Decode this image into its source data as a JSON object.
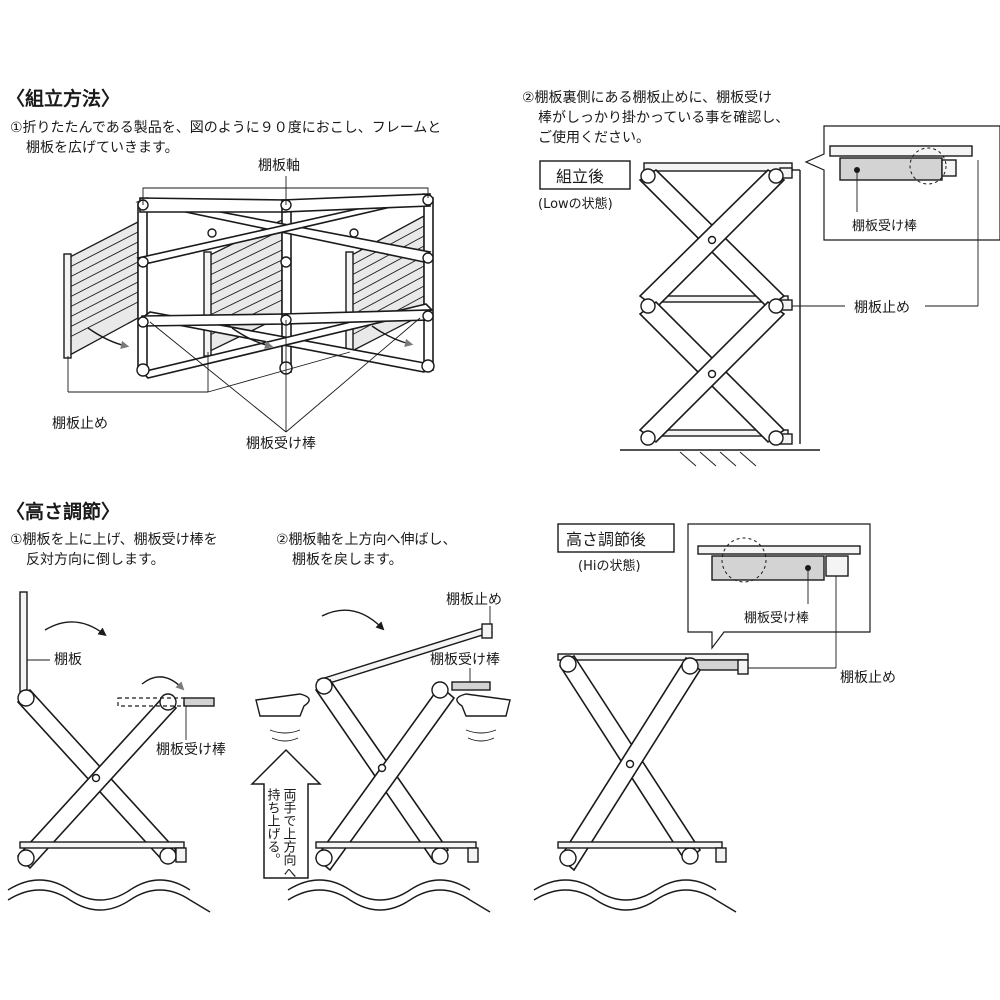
{
  "assembly": {
    "heading": "〈組立方法〉",
    "step1_line1": "①折りたたんである製品を、図のように９０度におこし、フレームと",
    "step1_line2": "棚板を広げていきます。",
    "label_shaft": "棚板軸",
    "label_stopper": "棚板止め",
    "label_support": "棚板受け棒",
    "step2_line1": "②棚板裏側にある棚板止めに、棚板受け",
    "step2_line2": "棒がしっかり掛かっている事を確認し、",
    "step2_line3": "ご使用ください。",
    "after_title": "組立後",
    "after_sub": "(Lowの状態)",
    "callout_support": "棚板受け棒",
    "label_stopper_right": "棚板止め"
  },
  "height": {
    "heading": "〈高さ調節〉",
    "step1_line1": "①棚板を上に上げ、棚板受け棒を",
    "step1_line2": "反対方向に倒します。",
    "step2_line1": "②棚板軸を上方向へ伸ばし、",
    "step2_line2": "棚板を戻します。",
    "label_shelf": "棚板",
    "label_support_left": "棚板受け棒",
    "label_stopper_mid": "棚板止め",
    "label_support_mid": "棚板受け棒",
    "arrow_line1": "両手で上方向へ",
    "arrow_line2": "持ち上げる。",
    "after_title": "高さ調節後",
    "after_sub": "(Hiの状態)",
    "callout_support": "棚板受け棒",
    "label_stopper_right": "棚板止め"
  }
}
